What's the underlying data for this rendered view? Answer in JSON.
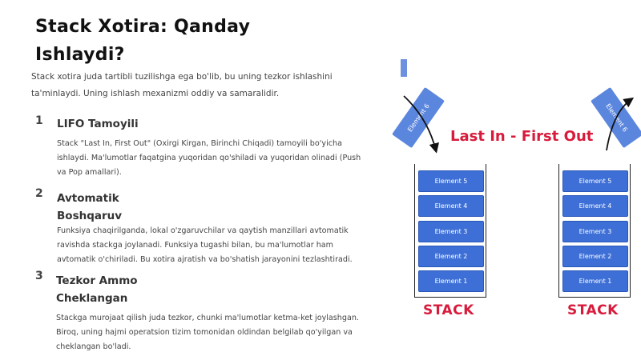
{
  "title": "Stack Xotira: Qanday Ishlaydi?",
  "intro": "Stack xotira juda tartibli tuzilishga ega bo'lib, bu uning tezkor ishlashini ta'minlaydi. Uning ishlash mexanizmi oddiy va samaralidir.",
  "sections": [
    {
      "number": "1",
      "title": "LIFO Tamoyili",
      "text": "Stack \"Last In, First Out\" (Oxirgi Kirgan, Birinchi Chiqadi) tamoyili bo'yicha ishlaydi. Ma'lumotlar faqatgina yuqoridan qo'shiladi va yuqoridan olinadi (Push va Pop amallari)."
    },
    {
      "number": "2",
      "title": "Avtomatik Boshqaruv",
      "text": "Funksiya chaqirilganda, lokal o'zgaruvchilar va qaytish manzillari avtomatik ravishda stackga joylanadi. Funksiya tugashi bilan, bu ma'lumotlar ham avtomatik o'chiriladi. Bu xotira ajratish va bo'shatish jarayonini tezlashtiradi."
    },
    {
      "number": "3",
      "title": "Tezkor Ammo Cheklangan",
      "text": "Stackga murojaat qilish juda tezkor, chunki ma'lumotlar ketma-ket joylashgan. Biroq, uning hajmi operatsion tizim tomonidan oldindan belgilab qo'yilgan va cheklangan bo'ladi."
    }
  ],
  "diagram": {
    "lifo_label": "Last In - First Out",
    "stack_label": "STACK",
    "stack_elements": [
      "Element 5",
      "Element 4",
      "Element 3",
      "Element 2",
      "Element 1"
    ],
    "incoming_element": "Element 6",
    "outgoing_element": "Element 6"
  },
  "colors": {
    "accent_red": "#d81b3c",
    "element_blue": "#3d6fd6"
  }
}
